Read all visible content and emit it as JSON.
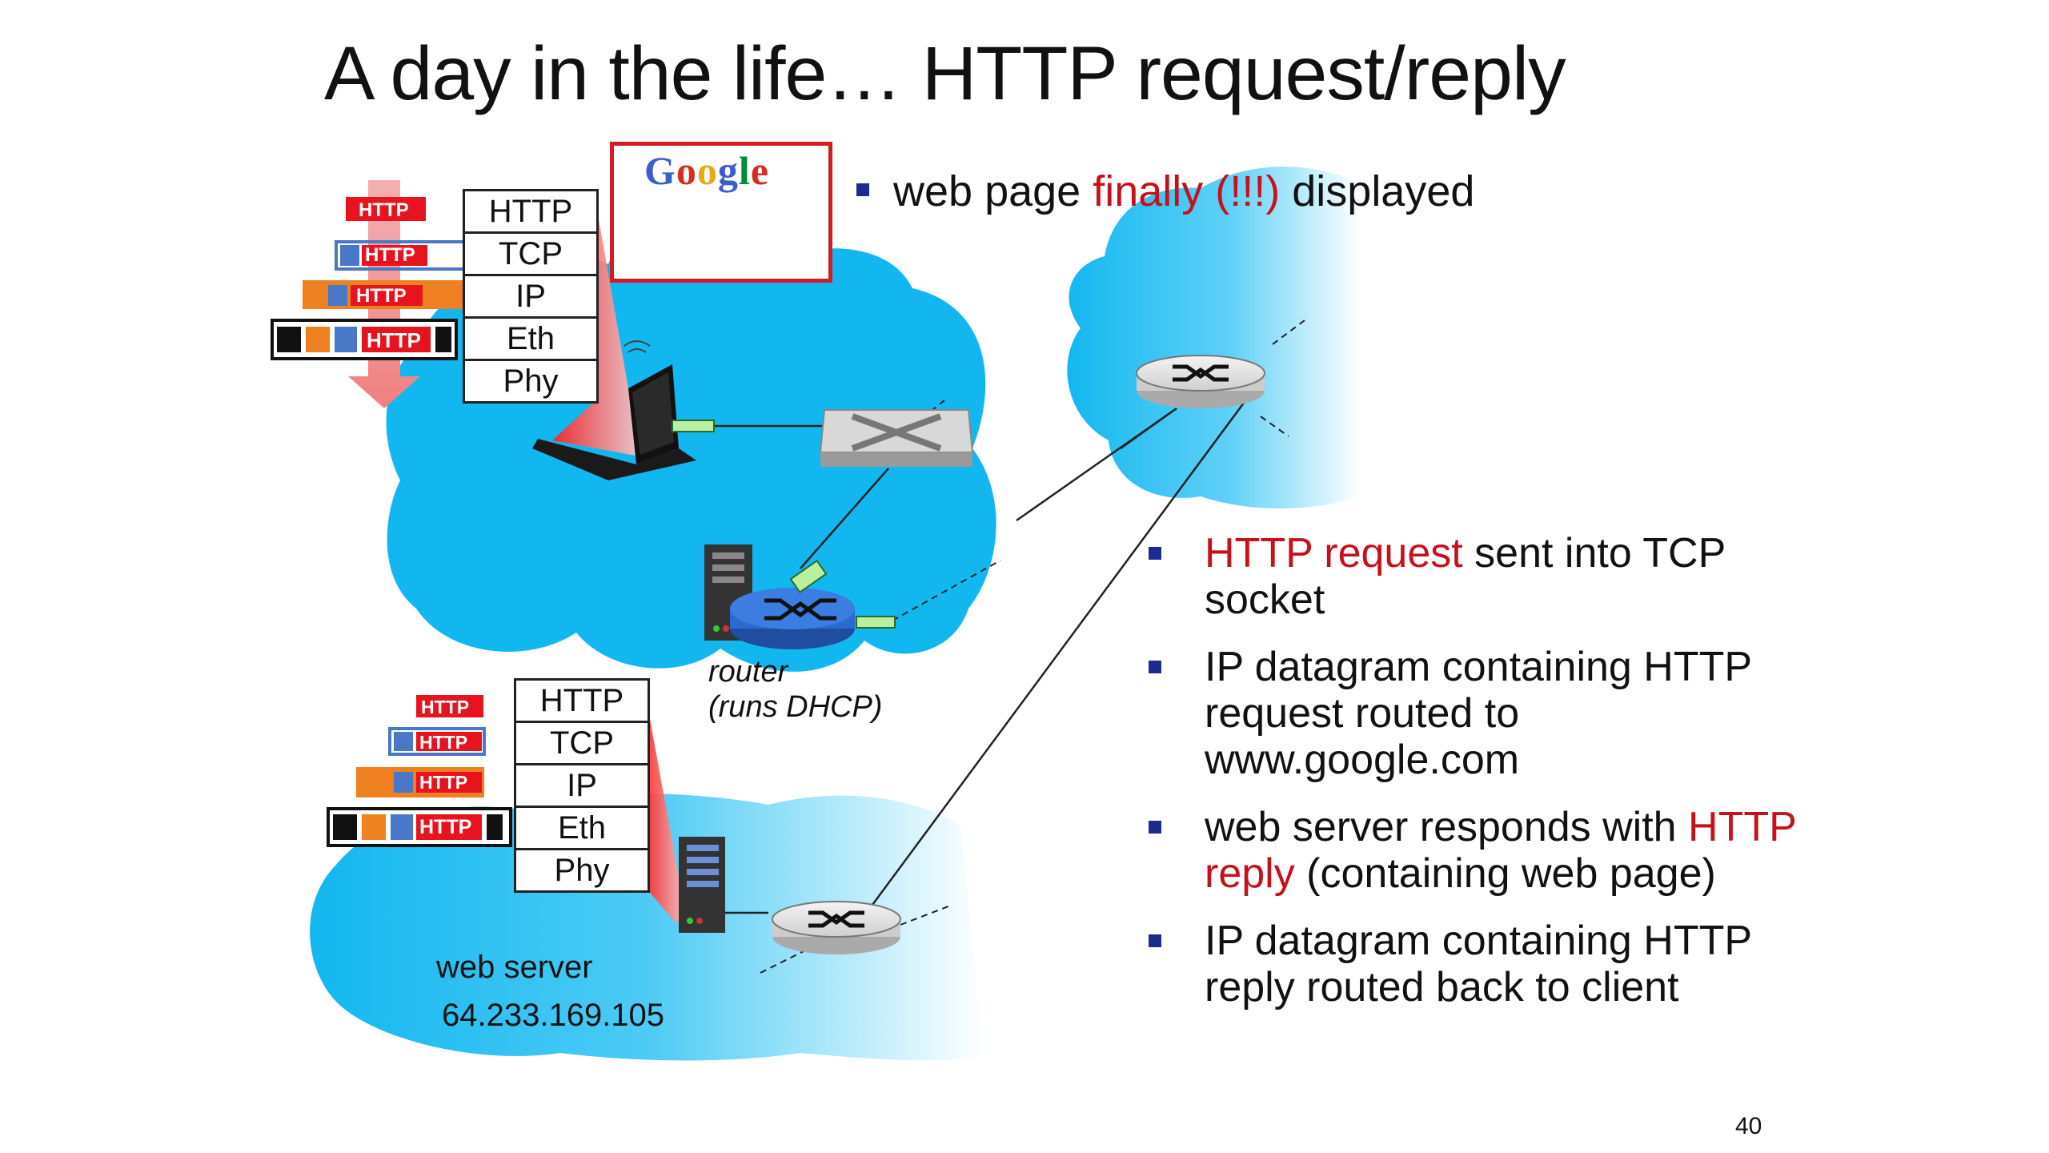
{
  "title": "A day in the life… HTTP request/reply",
  "top_bullet": {
    "pre": "web page ",
    "red": "finally (!!!)",
    "post": " displayed"
  },
  "bullets": [
    {
      "red": "HTTP request",
      "text": " sent into TCP socket"
    },
    {
      "pre": "IP datagram containing HTTP request routed to www.google.com"
    },
    {
      "pre": "web server responds with ",
      "red": "HTTP reply",
      "post": " (containing web page)"
    },
    {
      "pre": "IP datagram containing HTTP reply routed back to client"
    }
  ],
  "client_stack": [
    "HTTP",
    "TCP",
    "IP",
    "Eth",
    "Phy"
  ],
  "server_stack": [
    "HTTP",
    "TCP",
    "IP",
    "Eth",
    "Phy"
  ],
  "packet_label": "HTTP",
  "router_label": [
    "router",
    "(runs DHCP)"
  ],
  "server_label": {
    "name": "web server",
    "ip": "64.233.169.105"
  },
  "google_logo": "Google",
  "page_number": "40",
  "colors": {
    "cloud": "#13b7ef",
    "red": "#c8101b",
    "bullet": "#1d2a8f",
    "packet_red": "#e8141d",
    "packet_blue": "#4a78c8",
    "packet_orange": "#ee8020"
  },
  "icons": [
    "laptop-icon",
    "switch-icon",
    "router-icon",
    "server-icon",
    "google-page-icon"
  ]
}
